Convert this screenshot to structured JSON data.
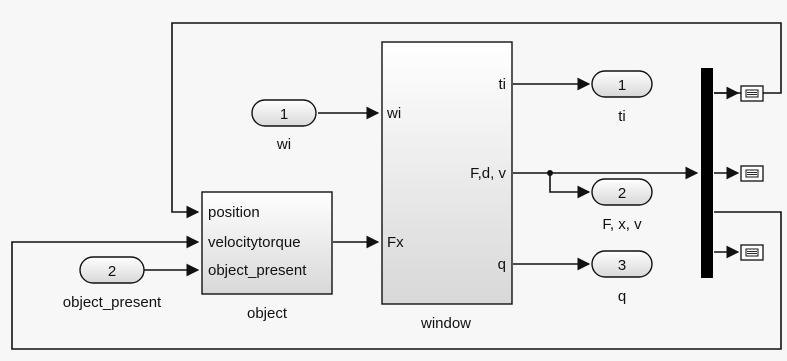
{
  "diagram": {
    "inports": [
      {
        "number": "1",
        "name": "wi"
      },
      {
        "number": "2",
        "name": "object_present"
      }
    ],
    "outports": [
      {
        "number": "1",
        "name": "ti"
      },
      {
        "number": "2",
        "name": "F, x, v"
      },
      {
        "number": "3",
        "name": "q"
      }
    ],
    "object_block": {
      "name": "object",
      "inputs": [
        "position",
        "velocitytorque",
        "object_present"
      ]
    },
    "window_block": {
      "name": "window",
      "inputs": [
        "wi",
        "Fx"
      ],
      "outputs": [
        "ti",
        "F,d, v",
        "q"
      ]
    },
    "scopes": [
      "terminator-1",
      "terminator-2",
      "terminator-3"
    ]
  }
}
